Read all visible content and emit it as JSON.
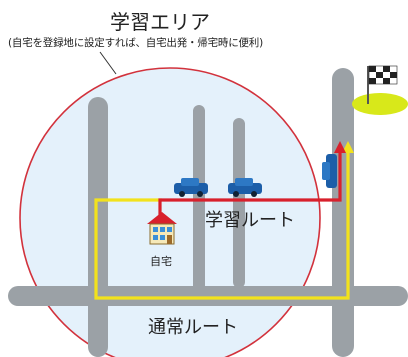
{
  "diagram": {
    "area_title": "学習エリア",
    "area_note": "(自宅を登録地に設定すれば、自宅出発・帰宅時に便利)",
    "learning_route_label": "学習ルート",
    "normal_route_label": "通常ルート",
    "home_label": "自宅"
  },
  "colors": {
    "area_fill": "#e4f1fb",
    "area_border": "#d2323c",
    "road": "#9ba1a6",
    "learning_route": "#d8202c",
    "normal_route": "#f2e21c",
    "goal_pad": "#d8e81a",
    "car": "#1c5ea8"
  },
  "icons": {
    "home": "house-icon",
    "goal": "checkered-flag-icon",
    "vehicle": "car-icon"
  }
}
